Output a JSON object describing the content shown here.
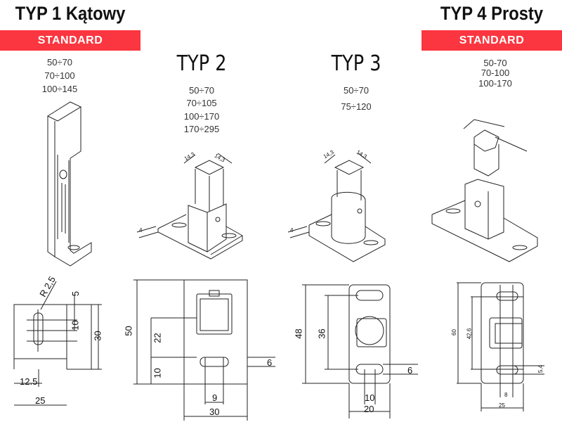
{
  "typ1": {
    "title": "TYP 1 Kątowy",
    "badge": "STANDARD",
    "ranges": [
      "50÷70",
      "70÷100",
      "100÷145"
    ],
    "dims": {
      "radius": "R 2,5",
      "d5": "5",
      "d10": "10",
      "d30": "30",
      "d12_5": "12.5",
      "d25": "25"
    }
  },
  "typ2": {
    "title": "TYP 2",
    "ranges": [
      "50÷70",
      "70÷105",
      "100÷170",
      "170÷295"
    ],
    "iso": {
      "a": "14,3",
      "b": "14,3",
      "t": "4"
    },
    "dims": {
      "d50": "50",
      "d22": "22",
      "d10": "10",
      "d6": "6",
      "d9": "9",
      "d30": "30"
    }
  },
  "typ3": {
    "title": "TYP 3",
    "ranges": [
      "50÷70",
      "75÷120"
    ],
    "iso": {
      "a": "14,3",
      "b": "14,3",
      "t": "4"
    },
    "dims": {
      "d48": "48",
      "d36": "36",
      "d6": "6",
      "d10": "10",
      "d20": "20"
    }
  },
  "typ4": {
    "title": "TYP 4 Prosty",
    "badge": "STANDARD",
    "ranges": [
      "50-70",
      "70-100",
      "100-170"
    ],
    "dims": {
      "d60": "60",
      "d42_6": "42,6",
      "d5_4": "5,4",
      "d8": "8",
      "d25": "25"
    }
  },
  "colors": {
    "badge": "#fb3640",
    "line": "#222222"
  }
}
